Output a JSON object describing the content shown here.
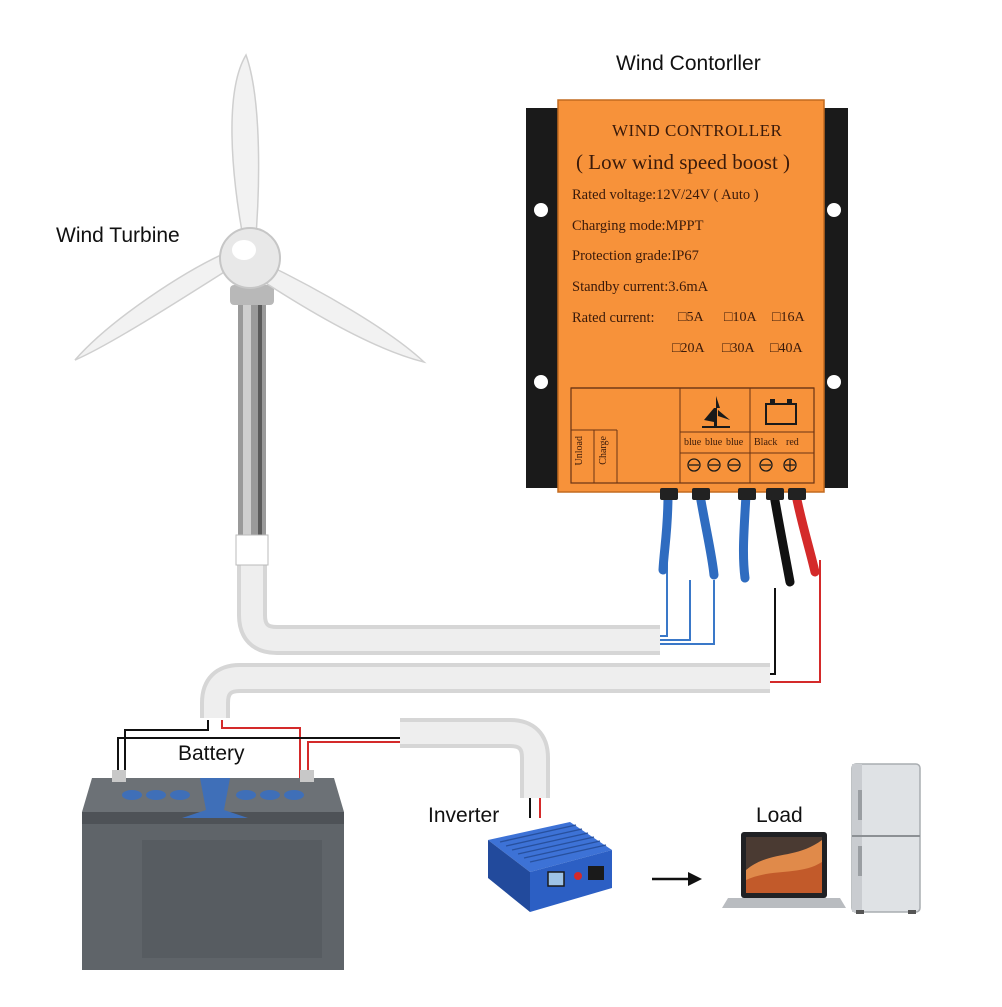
{
  "labels": {
    "wind_turbine": "Wind Turbine",
    "wind_controller": "Wind Contorller",
    "battery": "Battery",
    "inverter": "Inverter",
    "load": "Load"
  },
  "controller": {
    "title": "WIND CONTROLLER",
    "subtitle": "( Low wind speed boost )",
    "specs": [
      "Rated voltage:12V/24V ( Auto )",
      "Charging mode:MPPT",
      "Protection grade:IP67",
      "Standby current:3.6mA"
    ],
    "rated_current_label": "Rated current:",
    "current_options": [
      "5A",
      "10A",
      "16A",
      "20A",
      "30A",
      "40A"
    ],
    "unload": "Unload",
    "charge": "Charge",
    "blue_labels": [
      "blue",
      "blue",
      "blue"
    ],
    "black_label": "Black",
    "red_label": "red"
  },
  "colors": {
    "controller_face": "#f7923a",
    "controller_body": "#1a1a1a",
    "wire_blue": "#3a78c8",
    "wire_red": "#d42a2a",
    "wire_black": "#111111",
    "conduit": "#e4e4e4",
    "battery_body": "#5f6469",
    "battery_caps": "#3f6fb8",
    "inverter_body": "#2c5fc4"
  }
}
